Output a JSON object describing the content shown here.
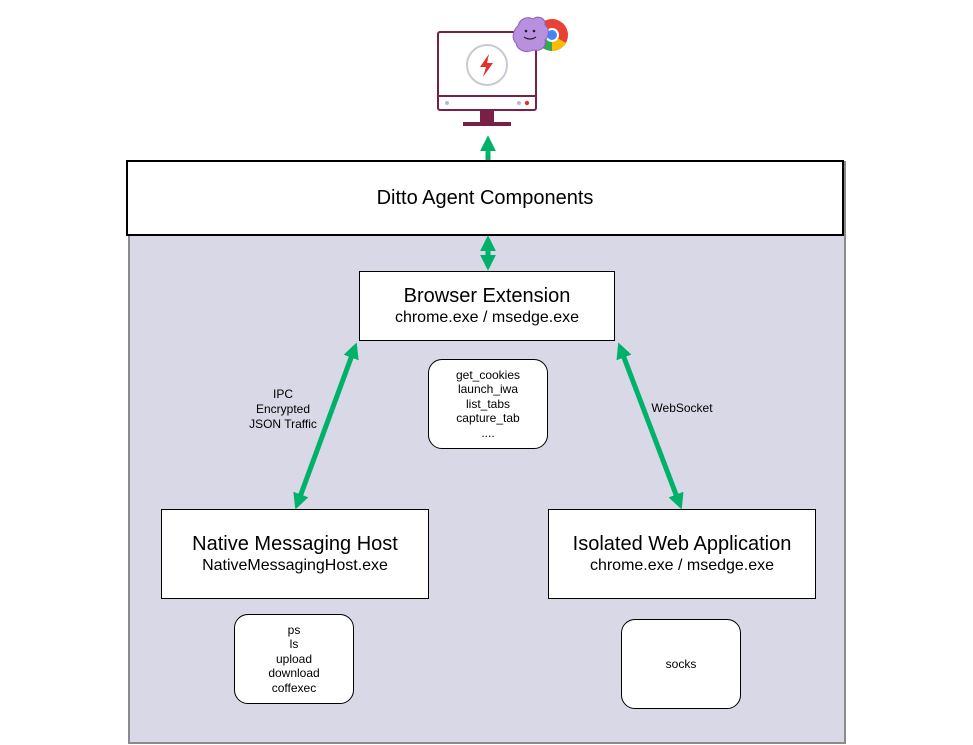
{
  "title": "Ditto Agent Components",
  "nodes": {
    "browser_extension": {
      "title": "Browser Extension",
      "subtitle": "chrome.exe / msedge.exe"
    },
    "native_host": {
      "title": "Native Messaging Host",
      "subtitle": "NativeMessagingHost.exe"
    },
    "iwa": {
      "title": "Isolated Web Application",
      "subtitle": "chrome.exe / msedge.exe"
    }
  },
  "commands": {
    "extension": [
      "get_cookies",
      "launch_iwa",
      "list_tabs",
      "capture_tab",
      "...."
    ],
    "native_host": [
      "ps",
      "ls",
      "upload",
      "download",
      "coffexec"
    ],
    "iwa": [
      "socks"
    ]
  },
  "edge_labels": {
    "ipc": [
      "IPC",
      "Encrypted",
      "JSON Traffic"
    ],
    "websocket": "WebSocket"
  },
  "colors": {
    "arrow": "#00b16a",
    "panel": "#d8d8e7",
    "monitor": "#7a1f45",
    "bolt": "#e0312f"
  },
  "icons": [
    "monitor-icon",
    "chrome-icon",
    "ditto-mascot-icon",
    "lightning-icon"
  ]
}
